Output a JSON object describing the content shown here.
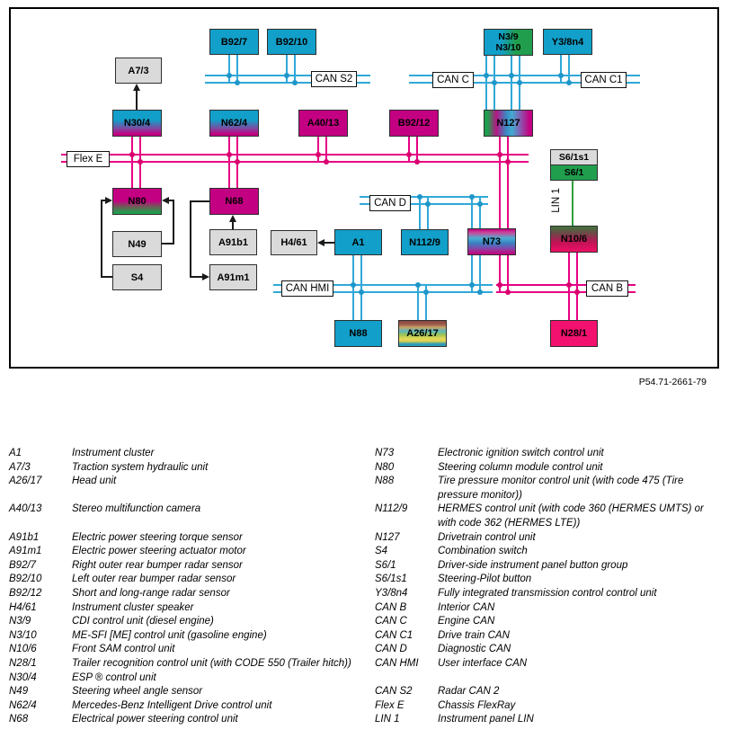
{
  "part_number": "P54.71-2661-79",
  "colors": {
    "cyan_box": "#129fc9",
    "magenta_box": "#c40082",
    "pink_box": "#f2116e",
    "green_box": "#209e4e",
    "gray_box": "#dadada",
    "cyan_bus": "#30a8d8",
    "magenta_bus": "#e60084",
    "green_lin": "#2f9e3f"
  },
  "diagram": {
    "nodes": {
      "a7_3": "A7/3",
      "b92_7": "B92/7",
      "b92_10": "B92/10",
      "n3_9": "N3/9",
      "n3_10": "N3/10",
      "y3_8n4": "Y3/8n4",
      "n30_4": "N30/4",
      "n62_4": "N62/4",
      "a40_13": "A40/13",
      "b92_12": "B92/12",
      "n127": "N127",
      "s6_1s1": "S6/1s1",
      "s6_1": "S6/1",
      "n80": "N80",
      "n68": "N68",
      "n49": "N49",
      "s4": "S4",
      "a91b1": "A91b1",
      "a91m1": "A91m1",
      "h4_61": "H4/61",
      "a1": "A1",
      "n112_9": "N112/9",
      "n73": "N73",
      "n10_6": "N10/6",
      "n88": "N88",
      "a26_17": "A26/17",
      "n28_1": "N28/1"
    },
    "bus_labels": {
      "can_s2": "CAN S2",
      "can_c": "CAN C",
      "can_c1": "CAN C1",
      "flex_e": "Flex E",
      "can_d": "CAN D",
      "can_hmi": "CAN HMI",
      "can_b": "CAN B",
      "lin_1": "LIN 1"
    }
  },
  "legend": {
    "left": [
      {
        "code": "A1",
        "desc": "Instrument cluster"
      },
      {
        "code": "A7/3",
        "desc": "Traction system hydraulic unit"
      },
      {
        "code": "A26/17",
        "desc": "Head unit"
      },
      {
        "code": "",
        "desc": ""
      },
      {
        "code": "A40/13",
        "desc": "Stereo multifunction camera"
      },
      {
        "code": "",
        "desc": ""
      },
      {
        "code": "A91b1",
        "desc": "Electric power steering torque sensor"
      },
      {
        "code": "A91m1",
        "desc": "Electric power steering actuator motor"
      },
      {
        "code": "B92/7",
        "desc": "Right outer rear bumper radar sensor"
      },
      {
        "code": "B92/10",
        "desc": "Left outer rear bumper radar sensor"
      },
      {
        "code": "B92/12",
        "desc": "Short and long-range radar sensor"
      },
      {
        "code": "H4/61",
        "desc": "Instrument cluster speaker"
      },
      {
        "code": "N3/9",
        "desc": "CDI control unit (diesel engine)"
      },
      {
        "code": "N3/10",
        "desc": "ME-SFI [ME] control unit (gasoline engine)"
      },
      {
        "code": "N10/6",
        "desc": "Front SAM control unit"
      },
      {
        "code": "N28/1",
        "desc": "Trailer recognition control unit (with CODE 550 (Trailer hitch))"
      },
      {
        "code": "N30/4",
        "desc": "ESP ® control unit"
      },
      {
        "code": "N49",
        "desc": "Steering wheel angle sensor"
      },
      {
        "code": "N62/4",
        "desc": "Mercedes-Benz Intelligent Drive control unit"
      },
      {
        "code": "N68",
        "desc": "Electrical power steering control unit"
      }
    ],
    "right": [
      {
        "code": "N73",
        "desc": "Electronic ignition switch control unit"
      },
      {
        "code": "N80",
        "desc": "Steering column module control unit"
      },
      {
        "code": "N88",
        "desc": "Tire pressure monitor control unit (with code 475 (Tire pressure monitor))"
      },
      {
        "code": "N112/9",
        "desc": "HERMES control unit (with code 360 (HERMES UMTS) or with code 362 (HERMES LTE))"
      },
      {
        "code": "N127",
        "desc": "Drivetrain control unit"
      },
      {
        "code": "S4",
        "desc": "Combination switch"
      },
      {
        "code": "S6/1",
        "desc": "Driver-side instrument panel button group"
      },
      {
        "code": "S6/1s1",
        "desc": "Steering-Pilot button"
      },
      {
        "code": "Y3/8n4",
        "desc": "Fully integrated transmission control control unit"
      },
      {
        "code": "CAN B",
        "desc": "Interior CAN"
      },
      {
        "code": "CAN C",
        "desc": "Engine CAN"
      },
      {
        "code": "CAN C1",
        "desc": "Drive train CAN"
      },
      {
        "code": "CAN D",
        "desc": "Diagnostic CAN"
      },
      {
        "code": "CAN HMI",
        "desc": "User interface CAN"
      },
      {
        "code": "",
        "desc": ""
      },
      {
        "code": "CAN S2",
        "desc": "Radar CAN 2"
      },
      {
        "code": "Flex E",
        "desc": "Chassis FlexRay"
      },
      {
        "code": "LIN 1",
        "desc": "Instrument panel LIN"
      }
    ]
  }
}
